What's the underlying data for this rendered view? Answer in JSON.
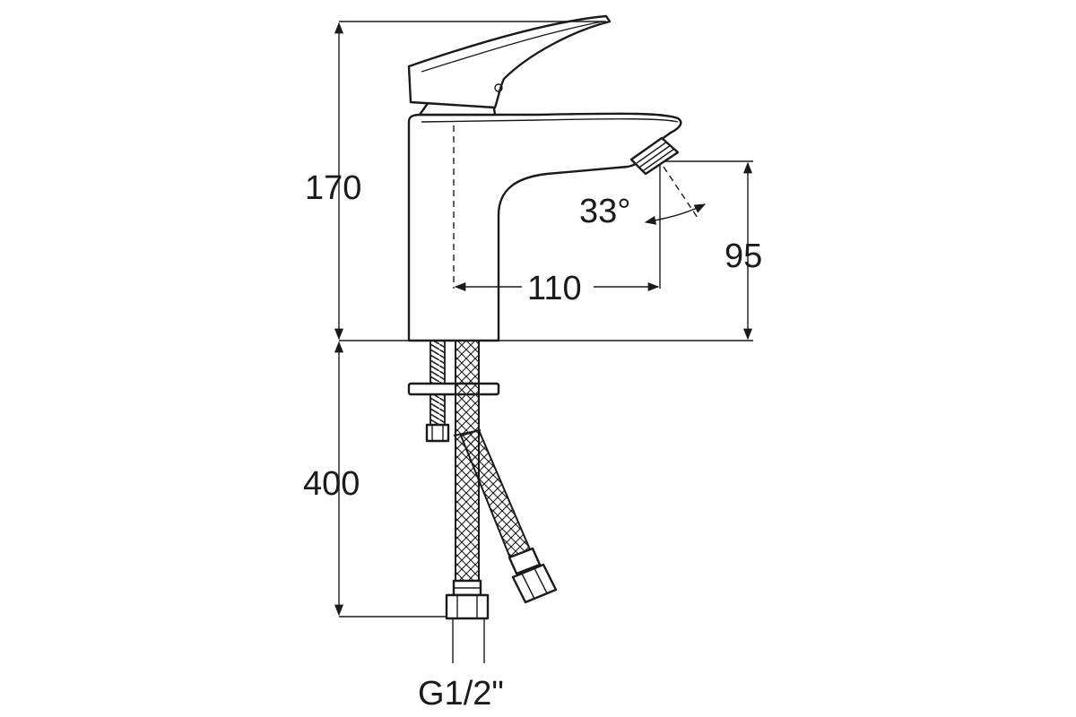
{
  "dimensions": {
    "total_height": "170",
    "spout_height": "95",
    "spout_reach": "110",
    "hose_length": "400",
    "spout_angle": "33°",
    "connection_thread": "G1/2\""
  }
}
